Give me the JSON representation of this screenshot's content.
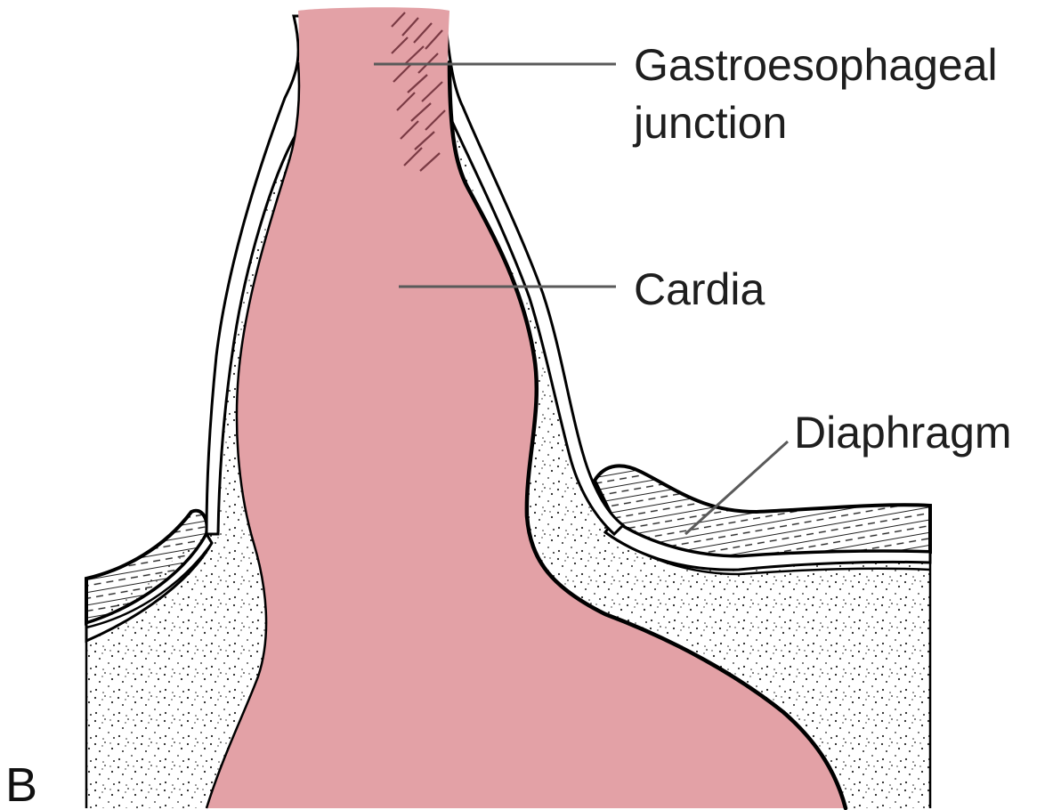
{
  "figure": {
    "panel_letter": "B",
    "labels": {
      "ge_junction_line1": "Gastroesophageal",
      "ge_junction_line2": "junction",
      "cardia": "Cardia",
      "diaphragm": "Diaphragm"
    }
  },
  "colors": {
    "lumen": "#e3a1a6",
    "background": "#ffffff",
    "outline": "#000000",
    "leader": "#5a5a5a"
  }
}
